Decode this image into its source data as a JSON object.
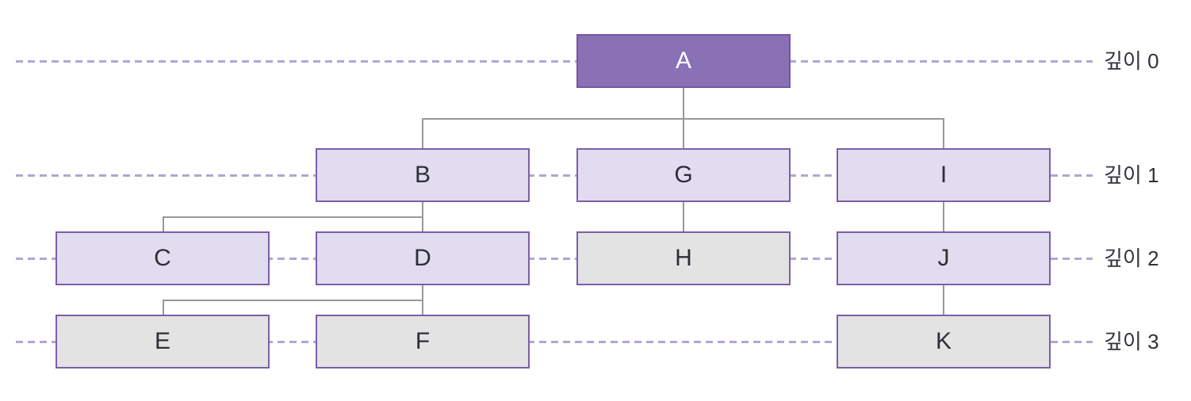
{
  "diagram": {
    "type": "tree",
    "description": "Tree hierarchy of nodes labeled A through K arranged by depth levels 0 to 3",
    "nodes": {
      "a": {
        "label": "A",
        "depth": 0,
        "style": "root"
      },
      "b": {
        "label": "B",
        "depth": 1,
        "style": "internal"
      },
      "g": {
        "label": "G",
        "depth": 1,
        "style": "internal"
      },
      "i": {
        "label": "I",
        "depth": 1,
        "style": "internal"
      },
      "c": {
        "label": "C",
        "depth": 2,
        "style": "internal"
      },
      "d": {
        "label": "D",
        "depth": 2,
        "style": "internal"
      },
      "h": {
        "label": "H",
        "depth": 2,
        "style": "leaf"
      },
      "j": {
        "label": "J",
        "depth": 2,
        "style": "internal"
      },
      "e": {
        "label": "E",
        "depth": 3,
        "style": "leaf"
      },
      "f": {
        "label": "F",
        "depth": 3,
        "style": "leaf"
      },
      "k": {
        "label": "K",
        "depth": 3,
        "style": "leaf"
      }
    },
    "edges": [
      [
        "A",
        "B"
      ],
      [
        "A",
        "G"
      ],
      [
        "A",
        "I"
      ],
      [
        "B",
        "C"
      ],
      [
        "B",
        "D"
      ],
      [
        "D",
        "E"
      ],
      [
        "D",
        "F"
      ],
      [
        "G",
        "H"
      ],
      [
        "I",
        "J"
      ],
      [
        "J",
        "K"
      ]
    ],
    "depth_labels": {
      "d0": "깊이 0",
      "d1": "깊이 1",
      "d2": "깊이 2",
      "d3": "깊이 3"
    }
  },
  "colors": {
    "root_fill": "#8a70b4",
    "root_border": "#74589f",
    "root_text": "#ffffff",
    "internal_fill": "#e2dcf0",
    "leaf_fill": "#e3e3e3",
    "node_border": "#7b5fa8",
    "node_text": "#2e2e36",
    "connector": "#98989a",
    "depth_line": "#b3a5d4",
    "label_text": "#32323a"
  }
}
